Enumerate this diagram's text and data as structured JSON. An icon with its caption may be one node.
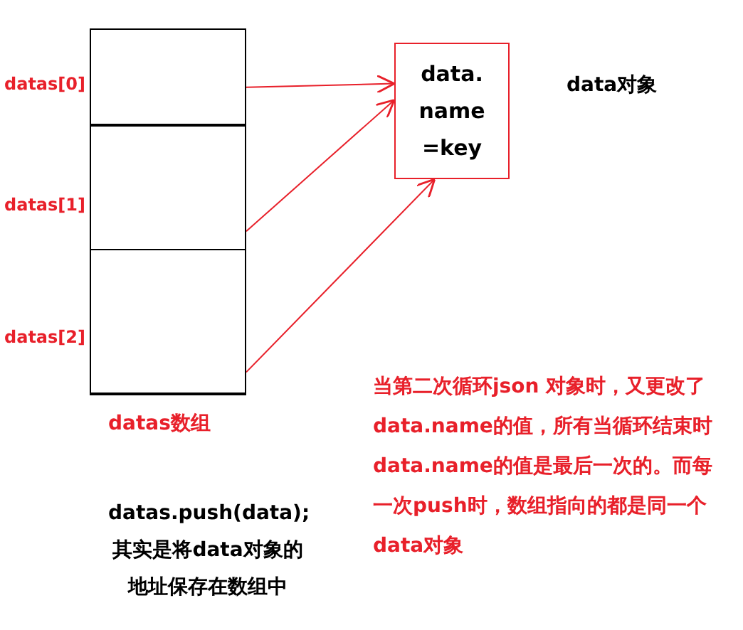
{
  "diagram": {
    "nodes": [
      {
        "text": [
          "datas数组"
        ]
      },
      {
        "text": [],
        "shape": "box",
        "in": 0,
        "beside": [
          "datas[0]"
        ]
      },
      {
        "text": [],
        "shape": "box",
        "in": 0,
        "beside": [
          "datas[1]"
        ]
      },
      {
        "text": [],
        "shape": "box",
        "in": 0,
        "beside": [
          "datas[2]"
        ]
      },
      {
        "text": [
          "data. name =key"
        ],
        "beside": [
          "data对象"
        ]
      }
    ],
    "edges": [
      {
        "from": 1,
        "to": 4,
        "arrow": "to"
      },
      {
        "from": 2,
        "to": 4,
        "arrow": "to"
      },
      {
        "from": 3,
        "to": 4,
        "arrow": "to"
      }
    ],
    "labels": [
      "当第二次循环json 对象时，又更改了data.name的值，所有当循环结束时data.name的值是最后一次的。而每一次push时，数组指向的都是同一个data对象",
      "datas.push(data); 其实是将data对象的地址保存在数组中"
    ]
  }
}
